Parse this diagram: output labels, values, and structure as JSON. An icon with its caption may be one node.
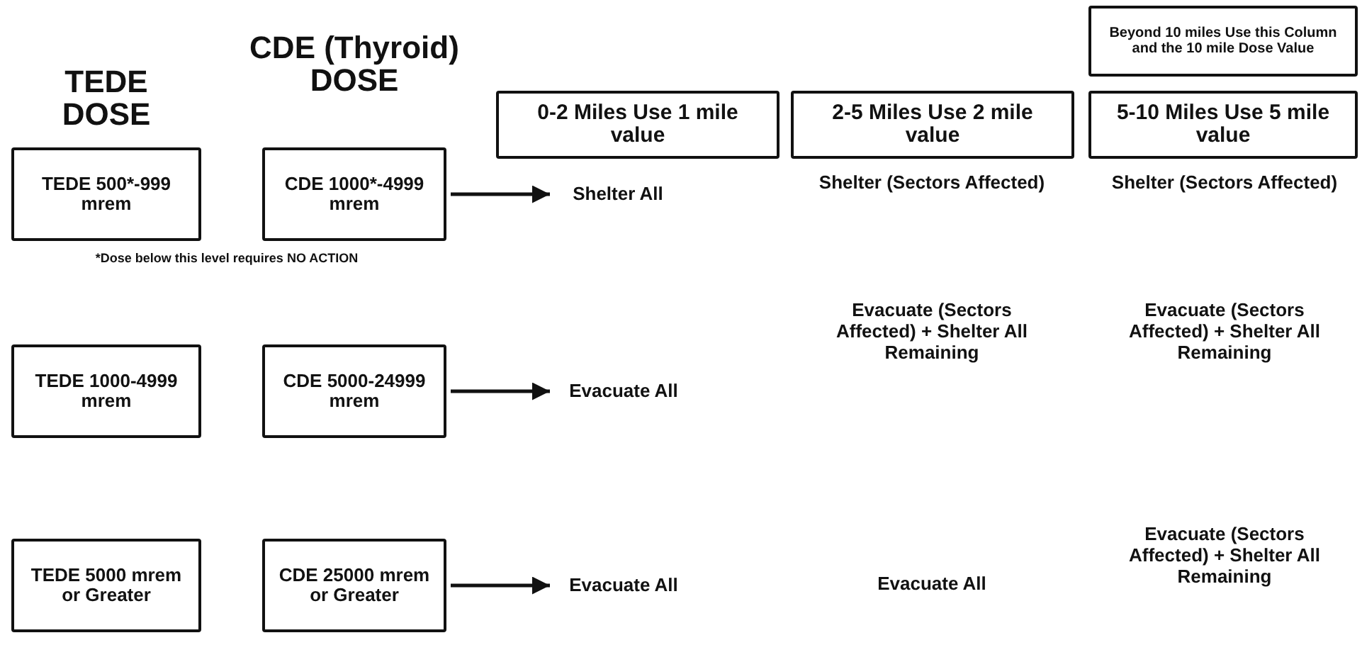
{
  "diagram": {
    "nodes": [
      {
        "text": [
          "Beyond 10 miles Use this Column and the 10 mile Dose Value"
        ]
      },
      {
        "text": [
          "0-2 Miles Use 1 mile value"
        ]
      },
      {
        "text": [
          "2-5 Miles Use 2 mile value"
        ]
      },
      {
        "text": [
          "5-10 Miles Use 5 mile value"
        ]
      },
      {
        "text": [
          "TEDE 500*-999 mrem"
        ]
      },
      {
        "text": [
          "CDE 1000*-4999 mrem"
        ]
      },
      {
        "text": [
          "Shelter All"
        ]
      },
      {
        "text": [
          "TEDE 1000-4999 mrem"
        ]
      },
      {
        "text": [
          "CDE 5000-24999 mrem"
        ]
      },
      {
        "text": [
          "Evacuate All"
        ]
      },
      {
        "text": [
          "TEDE 5000 mrem or Greater"
        ]
      },
      {
        "text": [
          "CDE 25000 mrem or Greater"
        ]
      },
      {
        "text": [
          "Evacuate All"
        ]
      }
    ],
    "edges": [
      {
        "from": 5,
        "to": 6,
        "arrow": "to"
      },
      {
        "from": 8,
        "to": 9,
        "arrow": "to"
      },
      {
        "from": 11,
        "to": 12,
        "arrow": "to"
      }
    ],
    "labels": [
      "TEDE DOSE",
      "CDE (Thyroid) DOSE",
      "Shelter (Sectors Affected)",
      "Shelter (Sectors Affected)",
      "*Dose below this level requires NO ACTION",
      "Evacuate (Sectors Affected) + Shelter All Remaining",
      "Evacuate (Sectors Affected) + Shelter All Remaining",
      "Evacuate All",
      "Evacuate (Sectors Affected) + Shelter All Remaining"
    ]
  }
}
